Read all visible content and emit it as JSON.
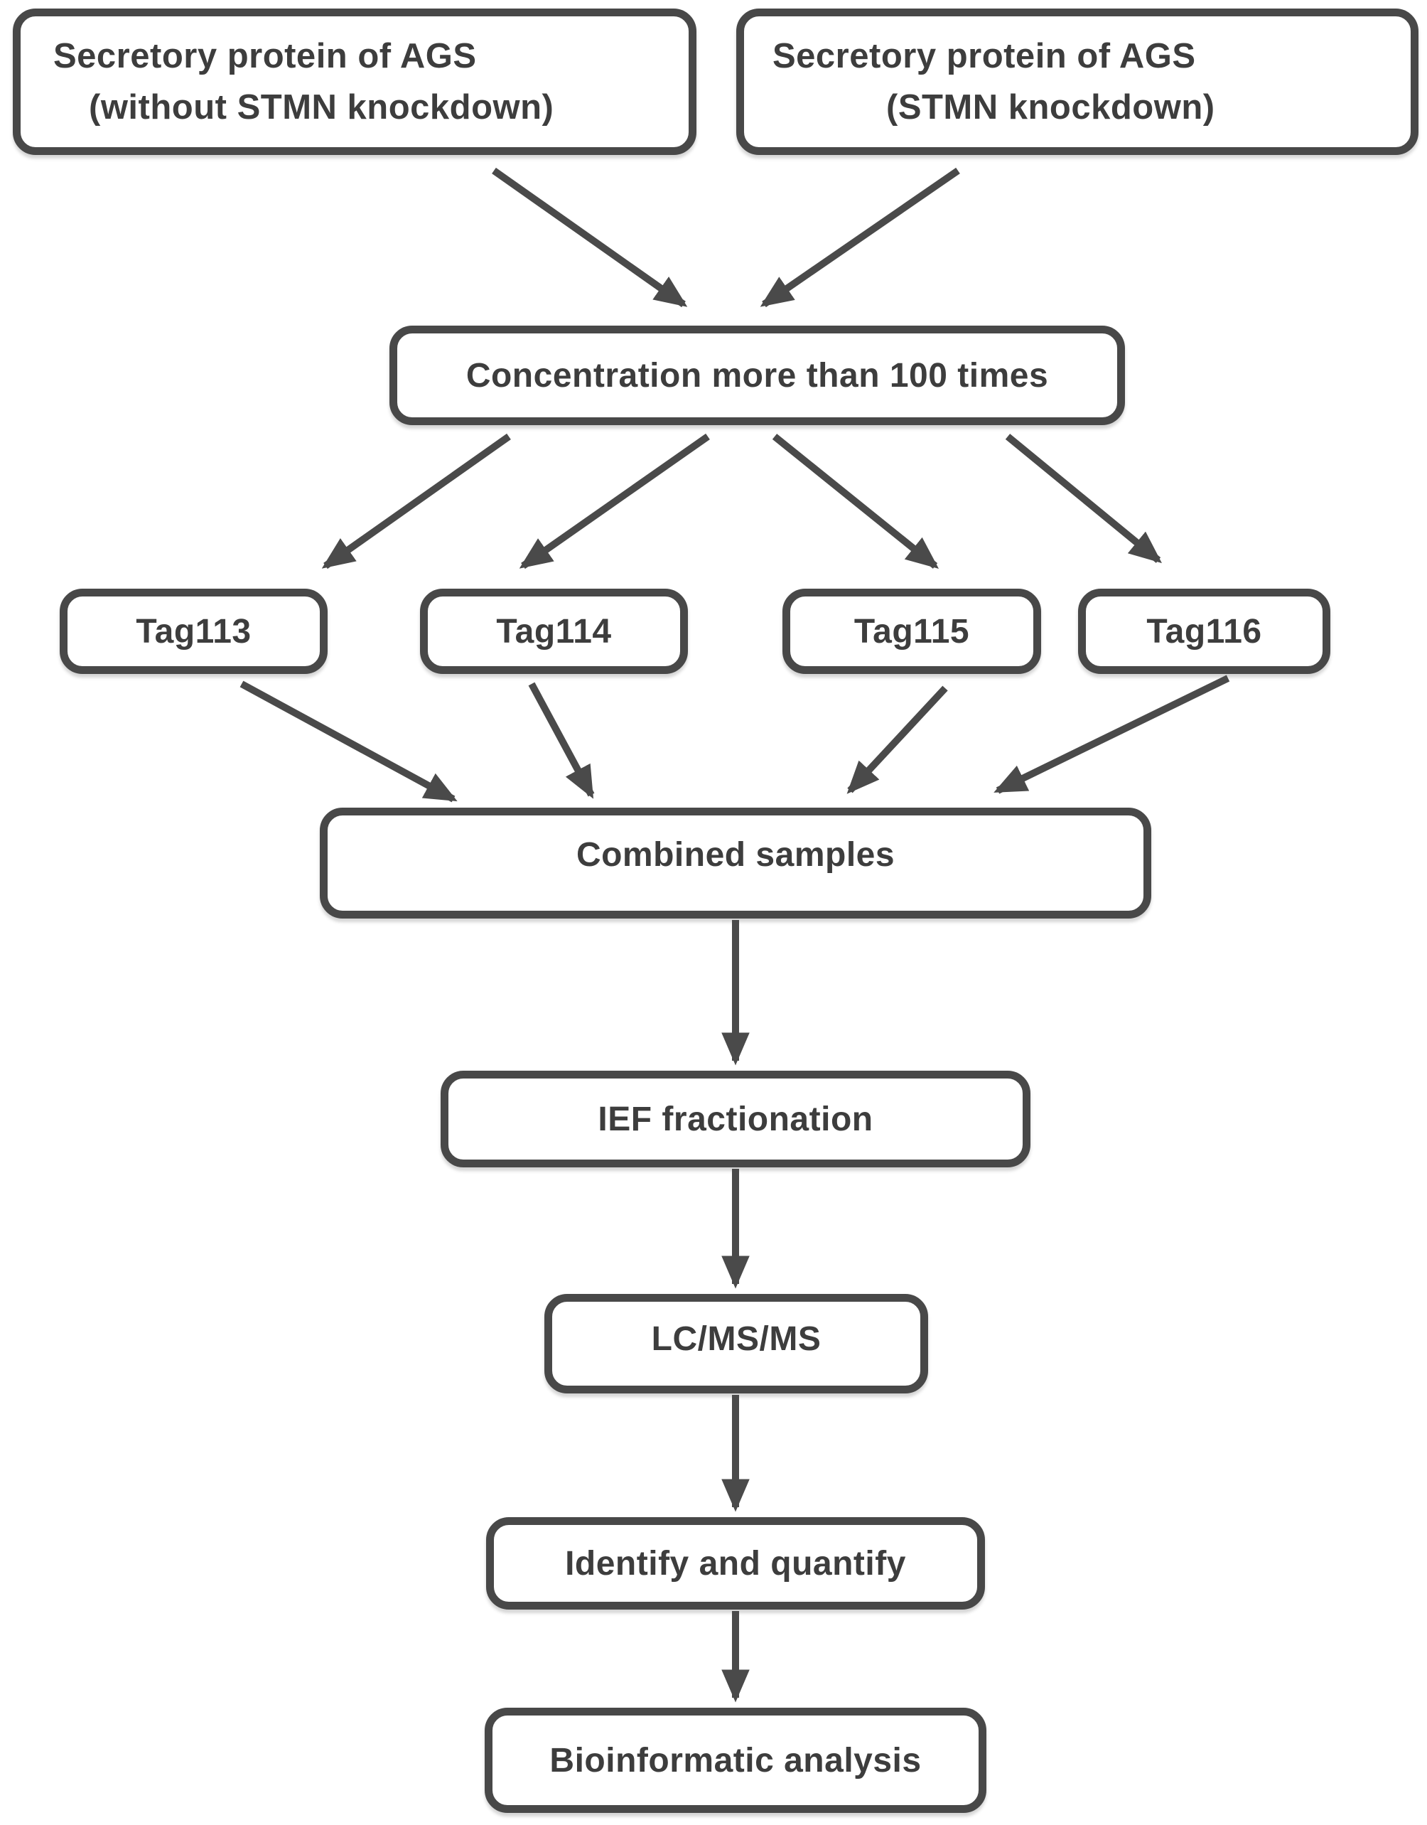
{
  "figure": {
    "palette": {
      "background": "#ffffff",
      "box_border": "#484848",
      "arrow": "#4a4a4a",
      "text": "#3d3d3d"
    },
    "nodes": {
      "source_control": {
        "line1": "Secretory protein of AGS",
        "line2": "(without STMN knockdown)"
      },
      "source_knockdown": {
        "line1": "Secretory protein of AGS",
        "line2": "(STMN knockdown)"
      },
      "concentration": {
        "label": "Concentration more than 100 times"
      },
      "tag113": {
        "label": "Tag113"
      },
      "tag114": {
        "label": "Tag114"
      },
      "tag115": {
        "label": "Tag115"
      },
      "tag116": {
        "label": "Tag116"
      },
      "combined": {
        "label": "Combined samples"
      },
      "ief": {
        "label": "IEF fractionation"
      },
      "lcms": {
        "label": "LC/MS/MS"
      },
      "identify": {
        "label": "Identify and quantify"
      },
      "bioinformatic": {
        "label": "Bioinformatic analysis"
      }
    },
    "edges": [
      {
        "from": "source_control",
        "to": "concentration"
      },
      {
        "from": "source_knockdown",
        "to": "concentration"
      },
      {
        "from": "concentration",
        "to": "tag113"
      },
      {
        "from": "concentration",
        "to": "tag114"
      },
      {
        "from": "concentration",
        "to": "tag115"
      },
      {
        "from": "concentration",
        "to": "tag116"
      },
      {
        "from": "tag113",
        "to": "combined"
      },
      {
        "from": "tag114",
        "to": "combined"
      },
      {
        "from": "tag115",
        "to": "combined"
      },
      {
        "from": "tag116",
        "to": "combined"
      },
      {
        "from": "combined",
        "to": "ief"
      },
      {
        "from": "ief",
        "to": "lcms"
      },
      {
        "from": "lcms",
        "to": "identify"
      },
      {
        "from": "identify",
        "to": "bioinformatic"
      }
    ]
  }
}
